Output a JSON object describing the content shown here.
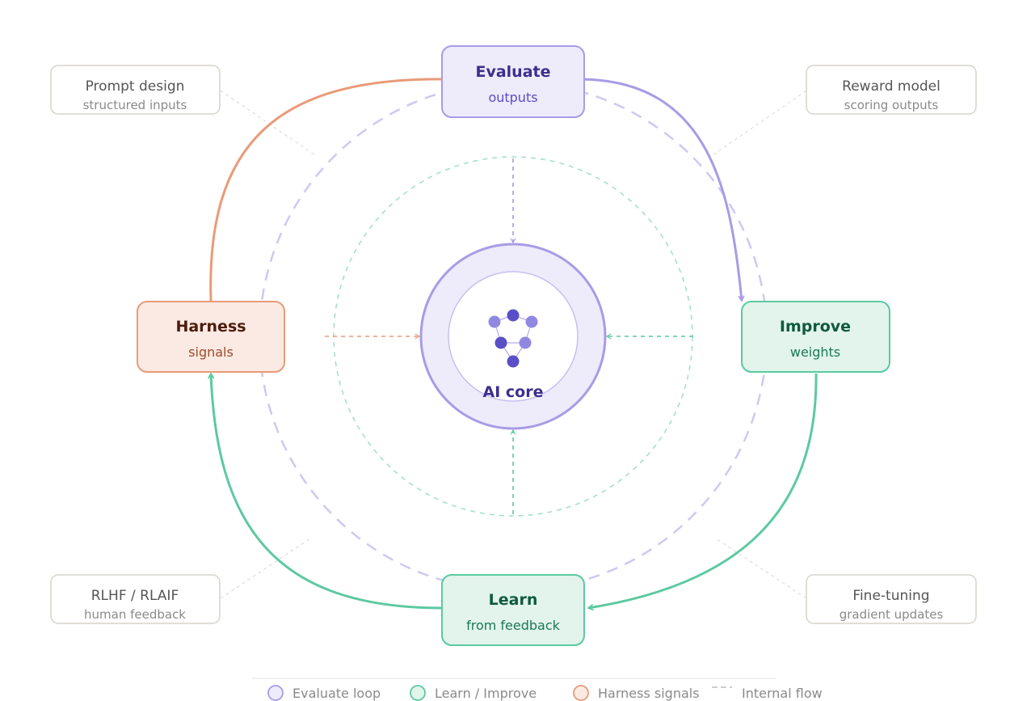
{
  "colors": {
    "purple": "#A99BE5",
    "purple_fill": "#EEEBFB",
    "purple_text": "#3D2F8C",
    "purple_sub": "#5B4CC4",
    "green": "#5CC9A0",
    "green_fill": "#E2F4EC",
    "green_text": "#0F5A40",
    "green_sub": "#1B7A55",
    "orange": "#E99B78",
    "orange_fill": "#FBEAE3",
    "orange_text": "#4D1C0C",
    "orange_sub": "#A3482A",
    "side_border": "#D6D4CB",
    "dot_dark": "#5B4FC7",
    "dot_light": "#9088E0"
  },
  "nodes": {
    "evaluate": {
      "title": "Evaluate",
      "subtitle": "outputs"
    },
    "improve": {
      "title": "Improve",
      "subtitle": "weights"
    },
    "learn": {
      "title": "Learn",
      "subtitle": "from feedback"
    },
    "harness": {
      "title": "Harness",
      "subtitle": "signals"
    }
  },
  "core": {
    "label": "AI core"
  },
  "side_labels": {
    "prompt": {
      "title": "Prompt design",
      "subtitle": "structured inputs"
    },
    "reward": {
      "title": "Reward model",
      "subtitle": "scoring outputs"
    },
    "rlhf": {
      "title": "RLHF / RLAIF",
      "subtitle": "human feedback"
    },
    "finetune": {
      "title": "Fine-tuning",
      "subtitle": "gradient updates"
    }
  },
  "legend": {
    "evaluate": {
      "label": "Evaluate loop",
      "icon": "purple-circle"
    },
    "learn": {
      "label": "Learn / Improve",
      "icon": "green-circle"
    },
    "harness": {
      "label": "Harness signals",
      "icon": "orange-circle"
    },
    "internal": {
      "label": "Internal flow",
      "icon": "dashed-line"
    }
  }
}
